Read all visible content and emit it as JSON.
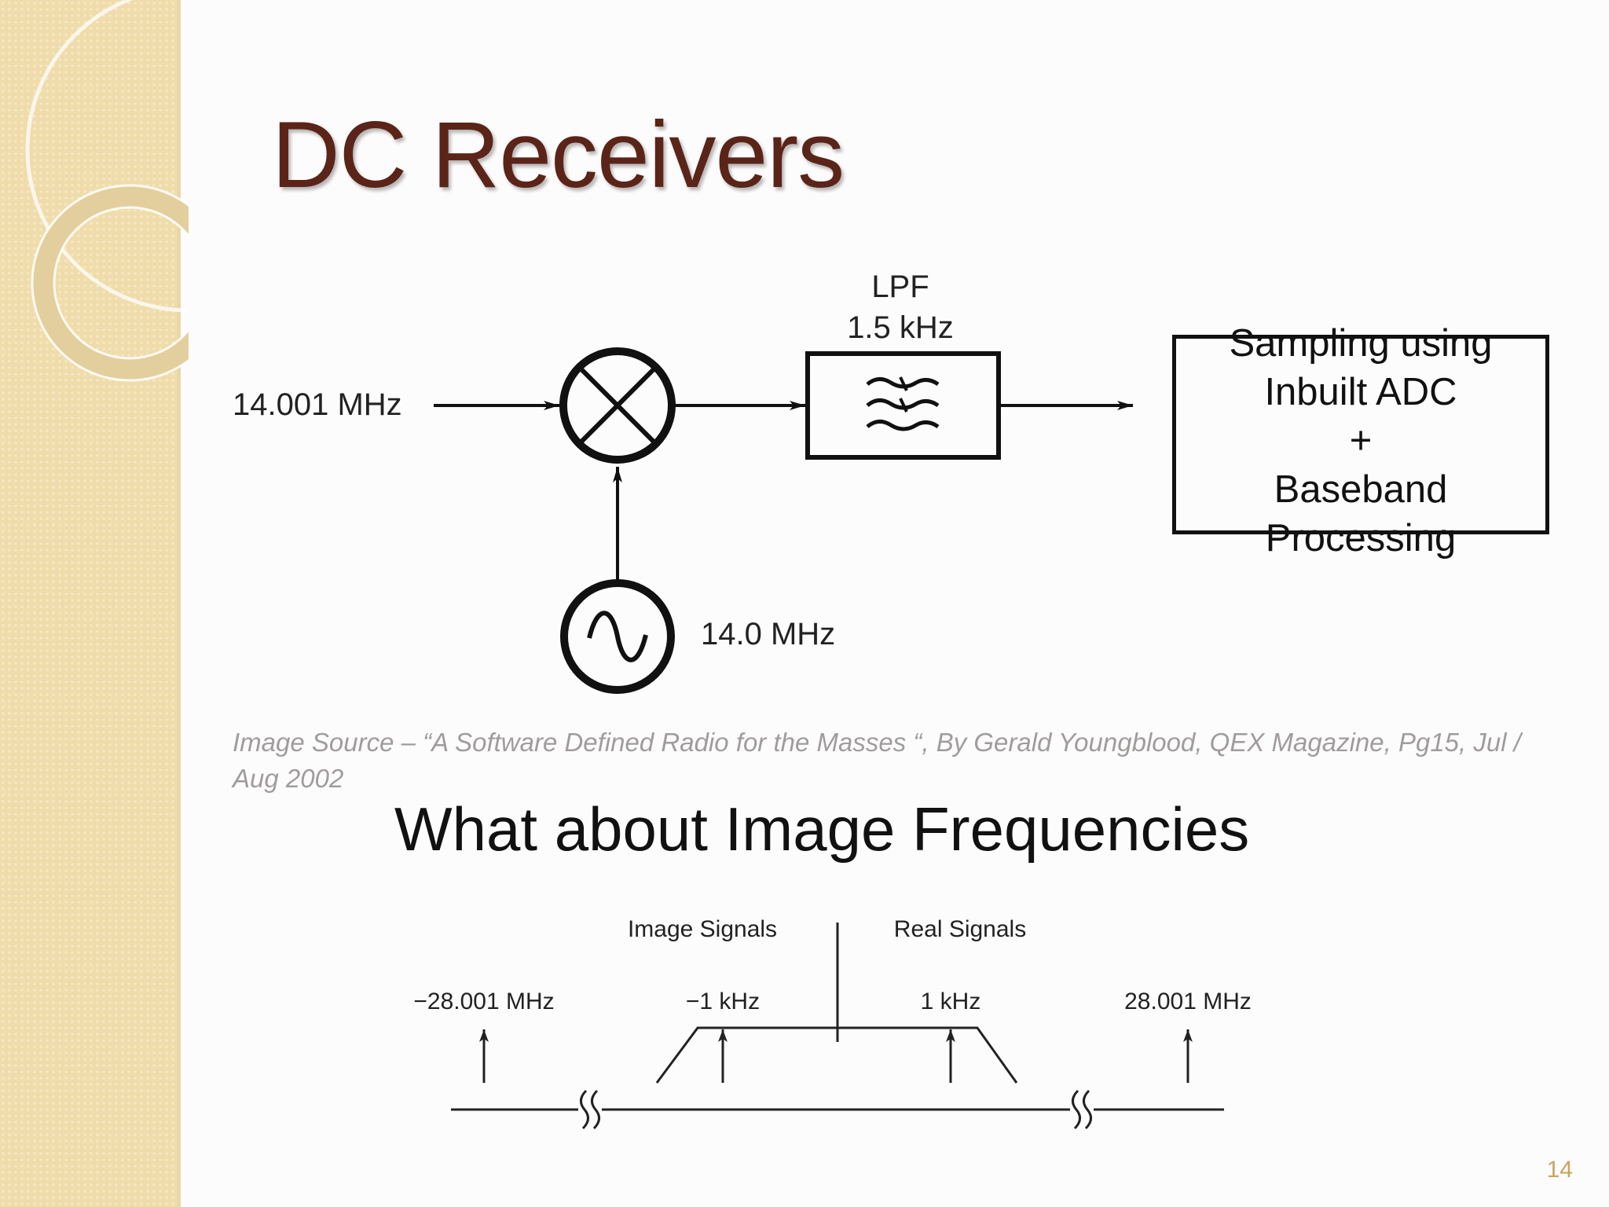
{
  "slide": {
    "title": "DC Receivers",
    "page_number": "14"
  },
  "mixer_diagram": {
    "input_frequency": "14.001 MHz",
    "filter_name": "LPF",
    "filter_bandwidth": "1.5 kHz",
    "oscillator_frequency": "14.0 MHz",
    "adc_lines": [
      "Sampling using",
      "Inbuilt ADC",
      "+",
      "Baseband",
      "Processing"
    ]
  },
  "image_source_caption": "Image Source – “A Software Defined Radio for the Masses “,  By Gerald Youngblood, QEX Magazine, Pg15, Jul / Aug 2002",
  "subheading": "What about Image Frequencies",
  "spectrum_diagram": {
    "image_signals_label": "Image Signals",
    "real_signals_label": "Real Signals",
    "freq_neg_far": "−28.001 MHz",
    "freq_neg_near": "−1 kHz",
    "freq_pos_near": "1 kHz",
    "freq_pos_far": "28.001 MHz"
  },
  "colors": {
    "title": "#5b2418",
    "sidebar": "#efdcaa",
    "caption": "#a09c9c",
    "page_number": "#c9a45f"
  }
}
